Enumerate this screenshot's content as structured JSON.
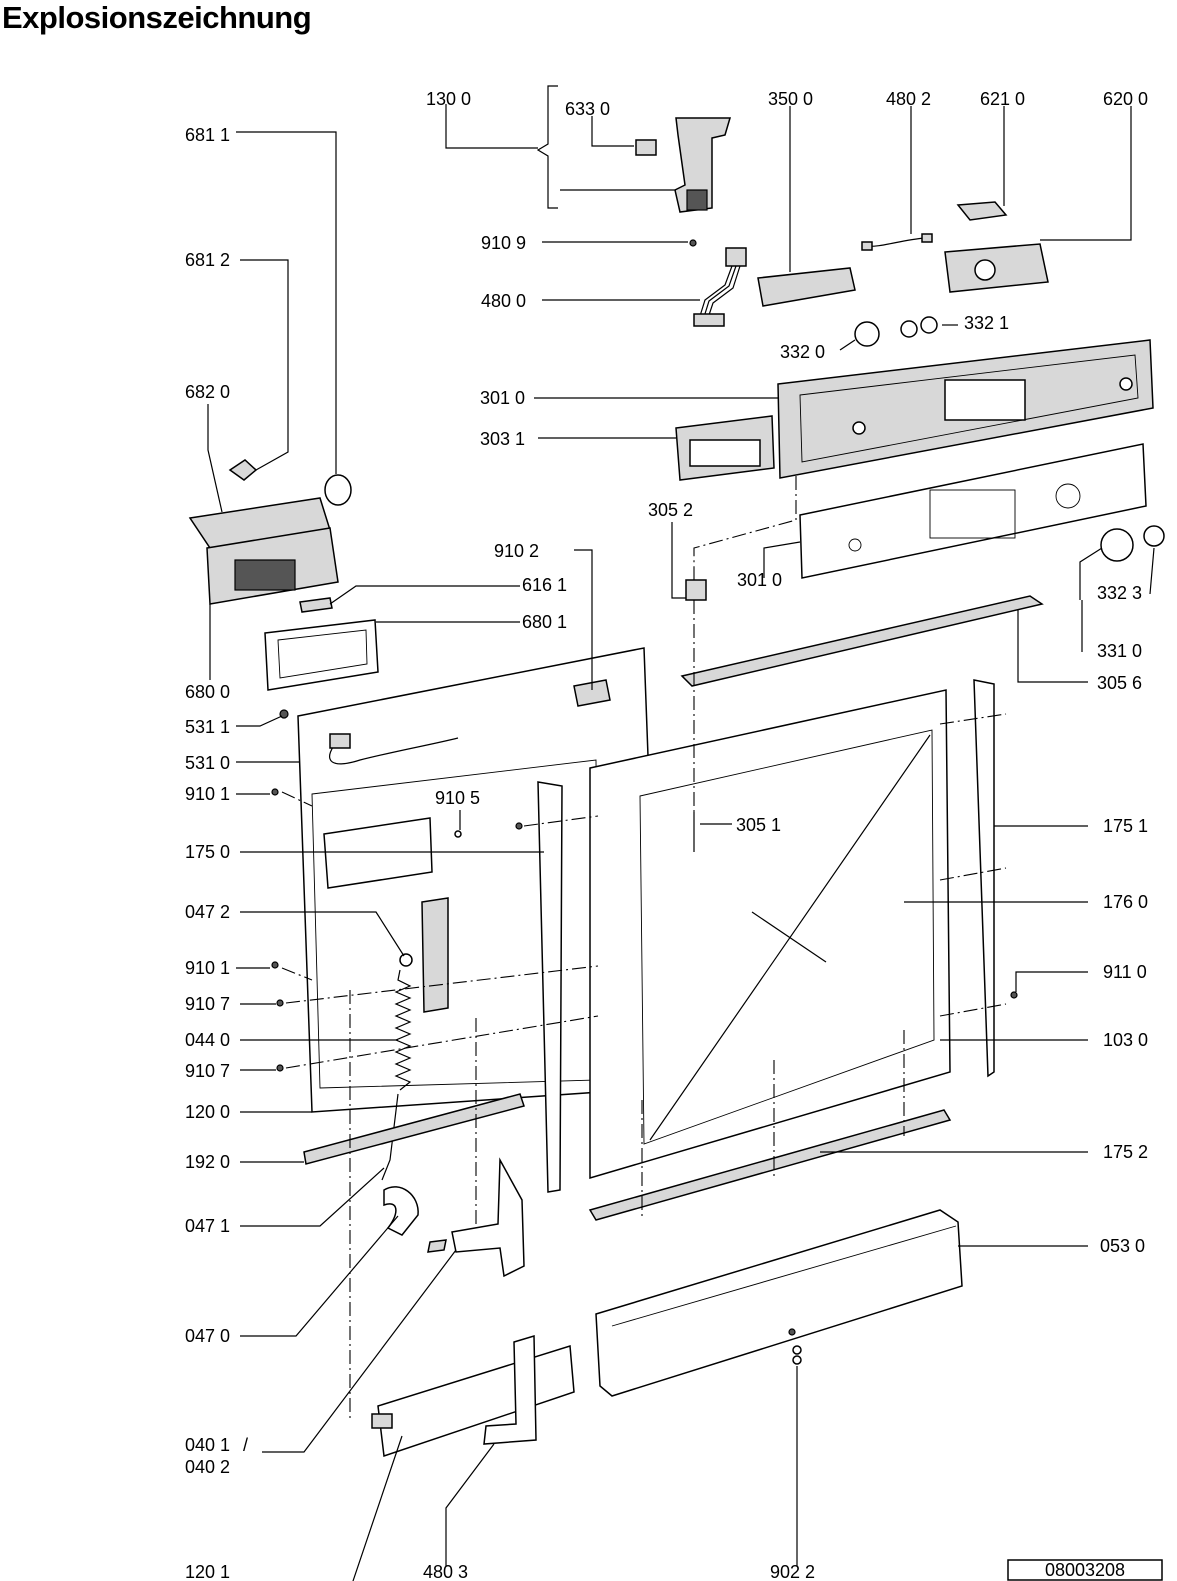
{
  "title": "Explosionszeichnung",
  "drawing_number": "08003208",
  "labels": [
    "130 0",
    "633 0",
    "350 0",
    "480 2",
    "621 0",
    "620 0",
    "681 1",
    "910 9",
    "480 0",
    "332 1",
    "332 0",
    "681 2",
    "682 0",
    "301 0",
    "303 1",
    "305 2",
    "301 0",
    "910 2",
    "616 1",
    "680 1",
    "680 0",
    "332 3",
    "331 0",
    "305 6",
    "531 1",
    "531 0",
    "910 1",
    "910 5",
    "305 1",
    "175 1",
    "175 0",
    "176 0",
    "047 2",
    "910 1",
    "911 0",
    "910 7",
    "044 0",
    "103 0",
    "910 7",
    "120 0",
    "192 0",
    "175 2",
    "047 1",
    "053 0",
    "047 0",
    "040 1",
    "/",
    "040 2",
    "120 1",
    "480 3",
    "902 2"
  ]
}
